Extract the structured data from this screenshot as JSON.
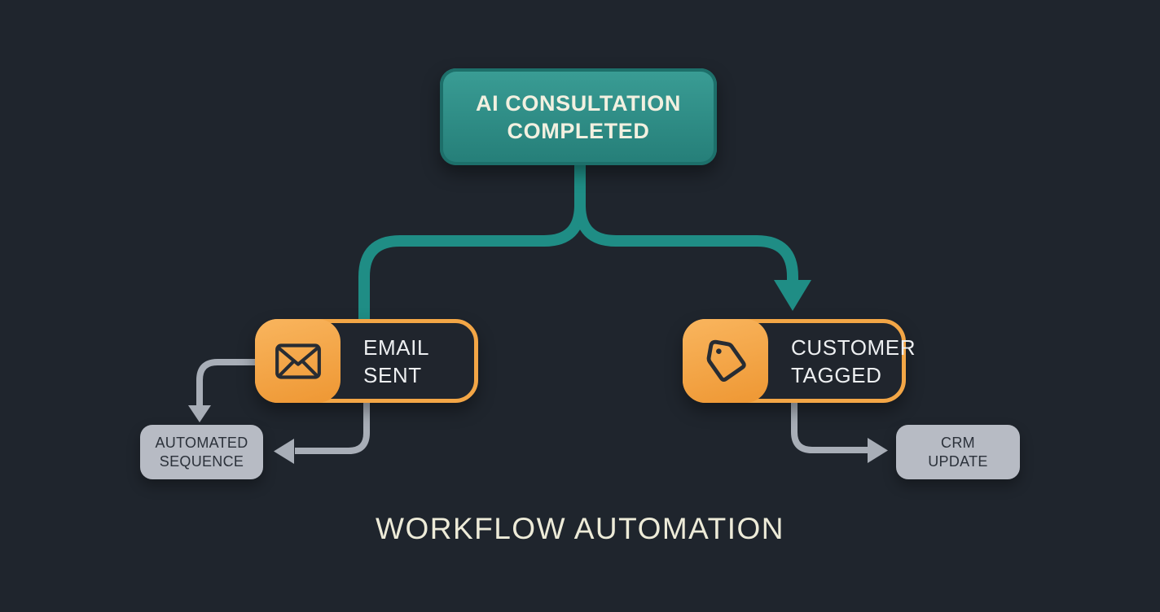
{
  "colors": {
    "background": "#1f252d",
    "teal": "#1f8d85",
    "teal_node_light": "#3a9d95",
    "teal_node_dark": "#257e78",
    "teal_rim": "#1d6f6a",
    "orange": "#f3a646",
    "orange_light": "#f9b55e",
    "orange_dark": "#ee9733",
    "node_dark_fill": "#20252d",
    "gray_arrow": "#a8aeb7",
    "gray_node": "#b7bbc4",
    "gray_node_text": "#2b313a",
    "node_text": "#edeff1",
    "cream_text": "#f2f0e0",
    "title_text": "#edebd8",
    "icon_stroke": "#272c33"
  },
  "diagram": {
    "trigger": {
      "lines": [
        "AI CONSULTATION",
        "COMPLETED"
      ]
    },
    "email_node": {
      "lines": [
        "EMAIL",
        "SENT"
      ],
      "icon": "envelope"
    },
    "tag_node": {
      "lines": [
        "CUSTOMER",
        "TAGGED"
      ],
      "icon": "tag"
    },
    "sequence_node": {
      "lines": [
        "AUTOMATED",
        "SEQUENCE"
      ]
    },
    "crm_node": {
      "lines": [
        "CRM",
        "UPDATE"
      ]
    },
    "caption": "WORKFLOW AUTOMATION"
  }
}
